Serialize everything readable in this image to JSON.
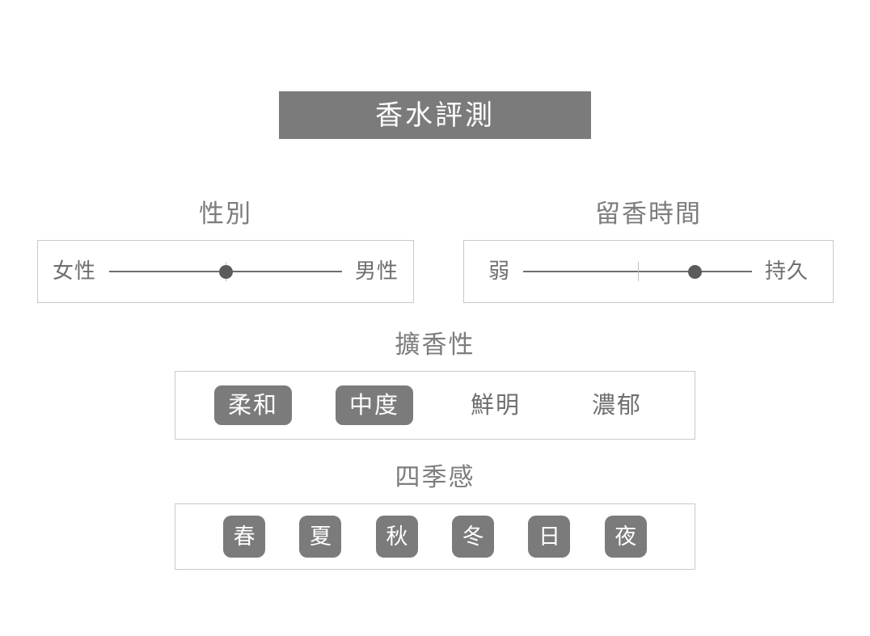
{
  "header": {
    "title": "香水評測",
    "title_bg": "#7b7b7b",
    "title_color": "#ffffff"
  },
  "theme": {
    "accent": "#7b7b7b",
    "text_gray": "#6f6f6f",
    "label_gray": "#7d7d7d",
    "border_gray": "#c9c9c9",
    "track_gray": "#6d6d6d",
    "thumb_gray": "#5b5b5b",
    "tick_gray": "#c0c0c0",
    "background": "#ffffff"
  },
  "sections": {
    "gender": {
      "label": "性別",
      "left_label": "女性",
      "right_label": "男性",
      "value_percent": 50,
      "ticks": [
        50
      ]
    },
    "longevity": {
      "label": "留香時間",
      "left_label": "弱",
      "right_label": "持久",
      "value_percent": 75,
      "ticks": [
        50
      ]
    },
    "sillage": {
      "label": "擴香性",
      "options": [
        {
          "label": "柔和",
          "selected": true
        },
        {
          "label": "中度",
          "selected": true
        },
        {
          "label": "鮮明",
          "selected": false
        },
        {
          "label": "濃郁",
          "selected": false
        }
      ]
    },
    "seasons": {
      "label": "四季感",
      "options": [
        {
          "label": "春",
          "selected": true
        },
        {
          "label": "夏",
          "selected": true
        },
        {
          "label": "秋",
          "selected": true
        },
        {
          "label": "冬",
          "selected": true
        },
        {
          "label": "日",
          "selected": true
        },
        {
          "label": "夜",
          "selected": true
        }
      ]
    }
  }
}
